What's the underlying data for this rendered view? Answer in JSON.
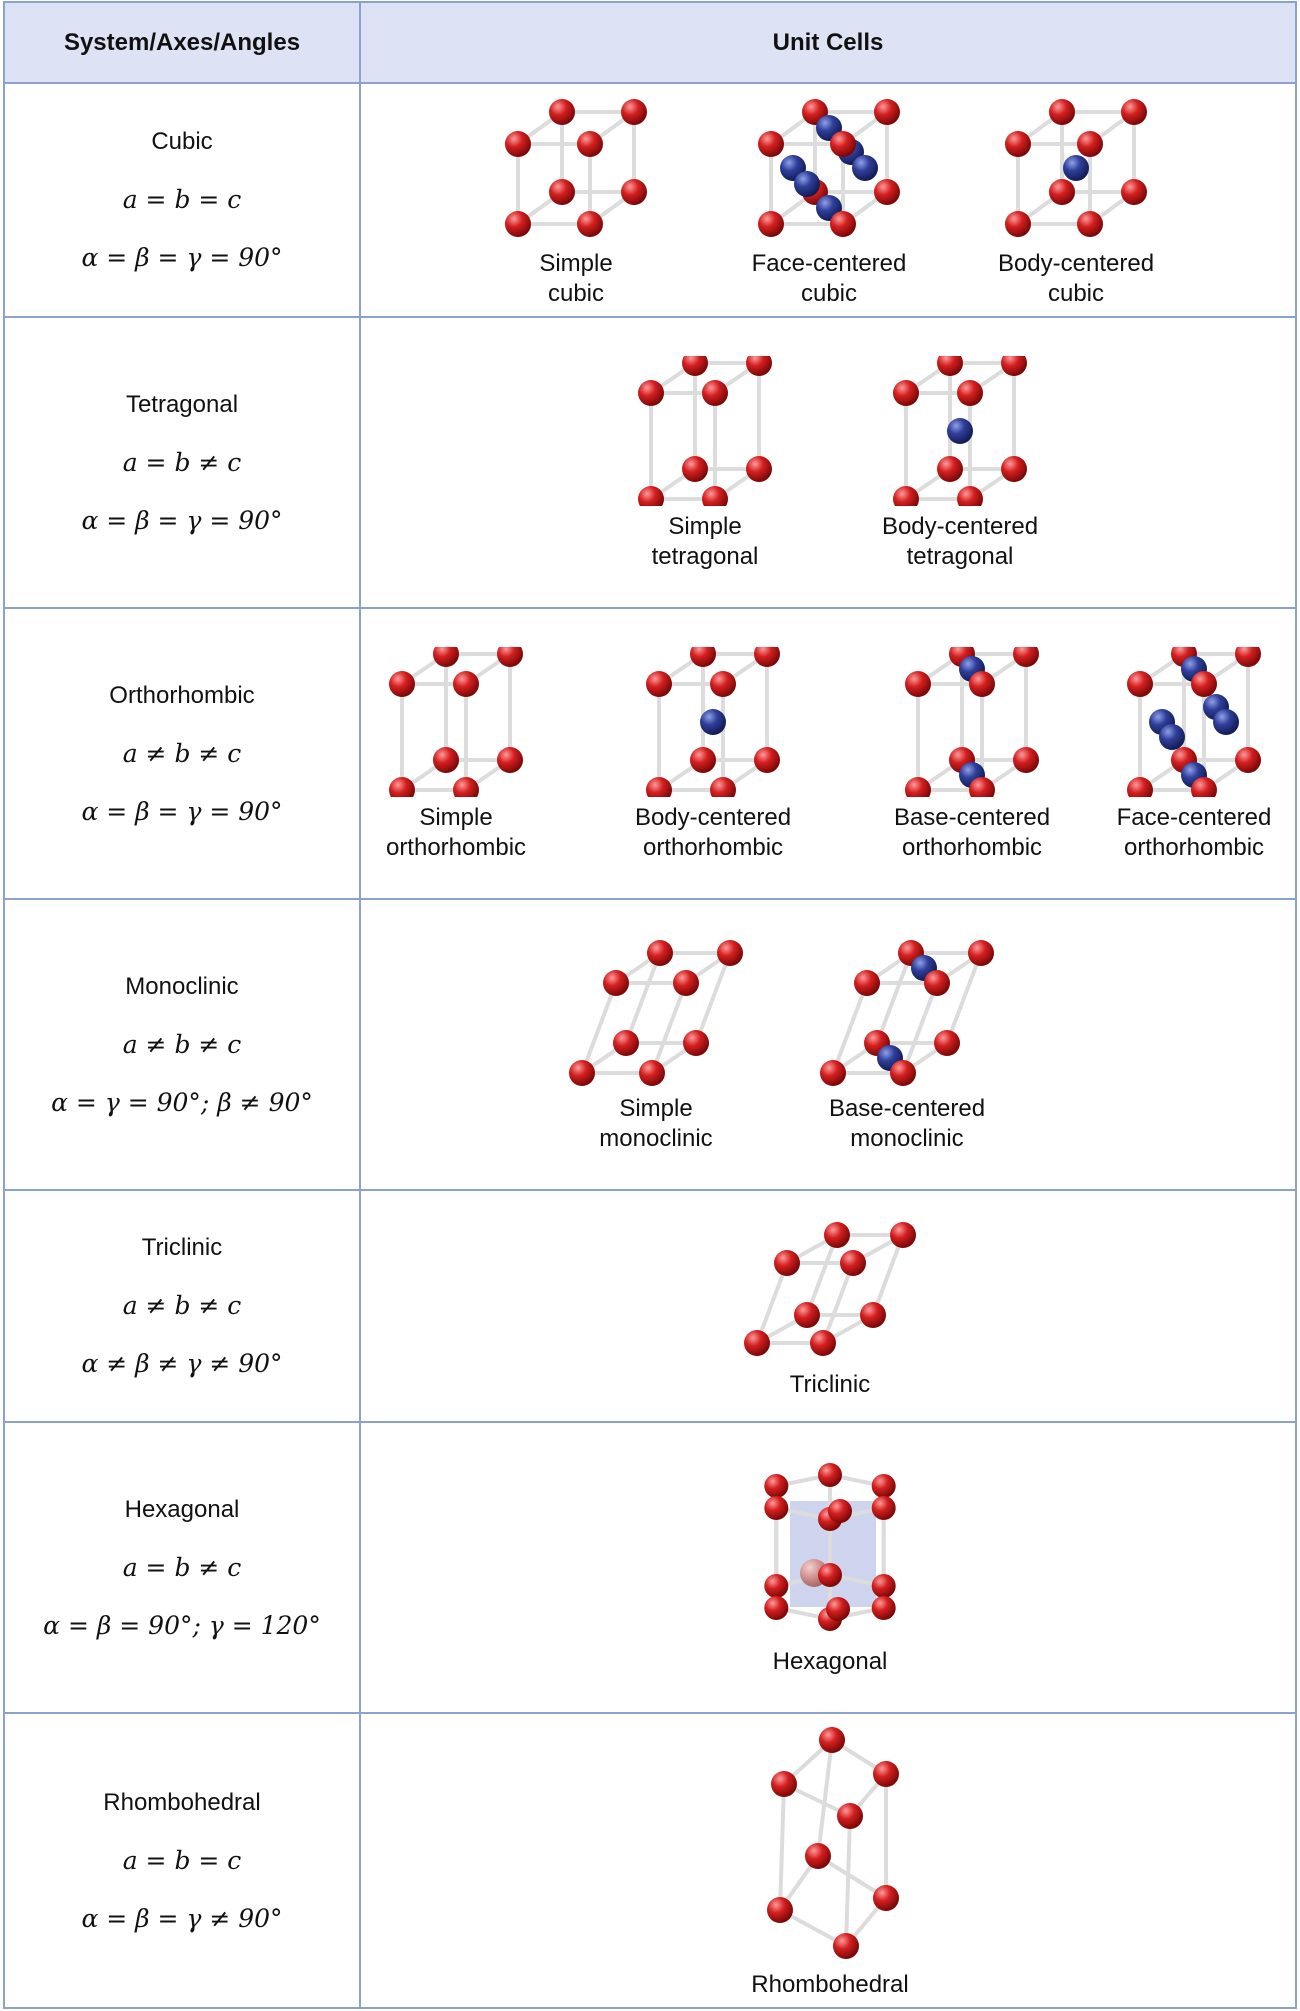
{
  "header": {
    "left": "System/Axes/Angles",
    "right": "Unit Cells"
  },
  "rows": [
    {
      "system": "Cubic",
      "axes": "a = b = c",
      "angles": "α = β = γ = 90°",
      "cells": [
        {
          "line1": "Simple",
          "line2": "cubic",
          "type": "simple",
          "shape": "cubic"
        },
        {
          "line1": "Face-centered",
          "line2": "cubic",
          "type": "face",
          "shape": "cubic"
        },
        {
          "line1": "Body-centered",
          "line2": "cubic",
          "type": "body",
          "shape": "cubic"
        }
      ]
    },
    {
      "system": "Tetragonal",
      "axes": "a = b ≠ c",
      "angles": "α = β = γ = 90°",
      "cells": [
        {
          "line1": "Simple",
          "line2": "tetragonal",
          "type": "simple",
          "shape": "tall"
        },
        {
          "line1": "Body-centered",
          "line2": "tetragonal",
          "type": "body",
          "shape": "tall"
        }
      ]
    },
    {
      "system": "Orthorhombic",
      "axes": "a ≠ b ≠ c",
      "angles": "α = β = γ = 90°",
      "cells": [
        {
          "line1": "Simple",
          "line2": "orthorhombic",
          "type": "simple",
          "shape": "tall"
        },
        {
          "line1": "Body-centered",
          "line2": "orthorhombic",
          "type": "body",
          "shape": "tall"
        },
        {
          "line1": "Base-centered",
          "line2": "orthorhombic",
          "type": "base",
          "shape": "tall"
        },
        {
          "line1": "Face-centered",
          "line2": "orthorhombic",
          "type": "face",
          "shape": "tall"
        }
      ]
    },
    {
      "system": "Monoclinic",
      "axes": "a ≠ b ≠ c",
      "angles": "α =  γ = 90°; β ≠ 90°",
      "cells": [
        {
          "line1": "Simple",
          "line2": "monoclinic",
          "type": "simple",
          "shape": "mono"
        },
        {
          "line1": "Base-centered",
          "line2": "monoclinic",
          "type": "base",
          "shape": "mono"
        }
      ]
    },
    {
      "system": "Triclinic",
      "axes": "a ≠ b ≠ c",
      "angles": "α ≠ β ≠ γ ≠ 90°",
      "cells": [
        {
          "line1": "Triclinic",
          "line2": "",
          "type": "simple",
          "shape": "tri"
        }
      ]
    },
    {
      "system": "Hexagonal",
      "axes": "a = b ≠ c",
      "angles": "α = β = 90°; γ = 120°",
      "cells": [
        {
          "line1": "Hexagonal",
          "line2": "",
          "type": "hex",
          "shape": "hex"
        }
      ]
    },
    {
      "system": "Rhombohedral",
      "axes": "a = b = c",
      "angles": "α = β = γ ≠ 90°",
      "cells": [
        {
          "line1": "Rhombohedral",
          "line2": "",
          "type": "rhombo",
          "shape": "rhombo"
        }
      ]
    }
  ],
  "colors": {
    "border": "#8aa2cc",
    "header_bg": "#dde3f5",
    "corner_atom": "#d41f1f",
    "center_atom": "#2f3f9a",
    "edge": "#dcdcdc"
  }
}
